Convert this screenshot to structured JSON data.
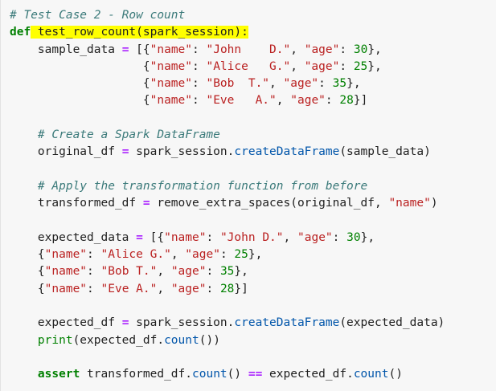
{
  "code": {
    "comment_1": "# Test Case 2 - Row count",
    "def_kw": "def",
    "signature": " test_row_count(spark_session):",
    "sample": {
      "var": "sample_data",
      "eq": "=",
      "rows": [
        {
          "name_key": "\"name\"",
          "name_val": "\"John    D.\"",
          "age_key": "\"age\"",
          "age_val": "30"
        },
        {
          "name_key": "\"name\"",
          "name_val": "\"Alice   G.\"",
          "age_key": "\"age\"",
          "age_val": "25"
        },
        {
          "name_key": "\"name\"",
          "name_val": "\"Bob  T.\"",
          "age_key": "\"age\"",
          "age_val": "35"
        },
        {
          "name_key": "\"name\"",
          "name_val": "\"Eve   A.\"",
          "age_key": "\"age\"",
          "age_val": "28"
        }
      ]
    },
    "comment_2": "# Create a Spark DataFrame",
    "original": {
      "var": "original_df",
      "eq": "=",
      "obj": "spark_session.",
      "method": "createDataFrame",
      "args": "(sample_data)"
    },
    "comment_3": "# Apply the transformation function from before",
    "transformed": {
      "var": "transformed_df",
      "eq": "=",
      "call": "remove_extra_spaces(original_df, ",
      "arg": "\"name\"",
      "close": ")"
    },
    "expected": {
      "var": "expected_data",
      "eq": "=",
      "rows": [
        {
          "name_key": "\"name\"",
          "name_val": "\"John D.\"",
          "age_key": "\"age\"",
          "age_val": "30"
        },
        {
          "name_key": "\"name\"",
          "name_val": "\"Alice G.\"",
          "age_key": "\"age\"",
          "age_val": "25"
        },
        {
          "name_key": "\"name\"",
          "name_val": "\"Bob T.\"",
          "age_key": "\"age\"",
          "age_val": "35"
        },
        {
          "name_key": "\"name\"",
          "name_val": "\"Eve A.\"",
          "age_key": "\"age\"",
          "age_val": "28"
        }
      ]
    },
    "expected_df": {
      "var": "expected_df",
      "eq": "=",
      "obj": "spark_session.",
      "method": "createDataFrame",
      "args": "(expected_data)"
    },
    "print_line": {
      "print_fn": "print",
      "open": "(expected_df.",
      "method": "count",
      "close": "())"
    },
    "assert_line": {
      "kw": "assert",
      "left": " transformed_df.",
      "left_method": "count",
      "left_close": "() ",
      "op": "==",
      "right": " expected_df.",
      "right_method": "count",
      "right_close": "()"
    }
  },
  "colors": {
    "comment": "#3b7a7a",
    "keyword": "#008000",
    "string": "#ba2121",
    "number": "#008000",
    "method": "#0055aa",
    "highlight": "#ffff00"
  }
}
